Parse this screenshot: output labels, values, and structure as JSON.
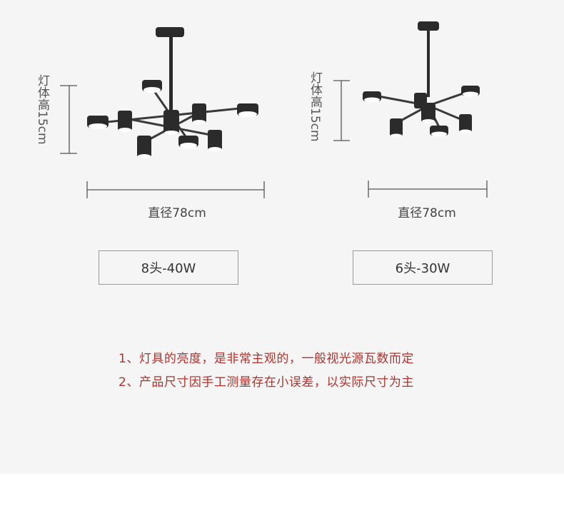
{
  "left_product": {
    "height_label": "灯体高15cm",
    "diameter_label": "直径78cm",
    "spec_label": "8头-40W"
  },
  "right_product": {
    "height_label": "灯体高15cm",
    "diameter_label": "直径78cm",
    "spec_label": "6头-30W"
  },
  "notes": [
    "1、灯具的亮度，是非常主观的，一般视光源瓦数而定",
    "2、产品尺寸因手工测量存在小误差，以实际尺寸为主"
  ],
  "colors": {
    "note_text": "#b0322c",
    "lamp_body": "#2b2b2b",
    "lamp_light": "#ffffff"
  }
}
